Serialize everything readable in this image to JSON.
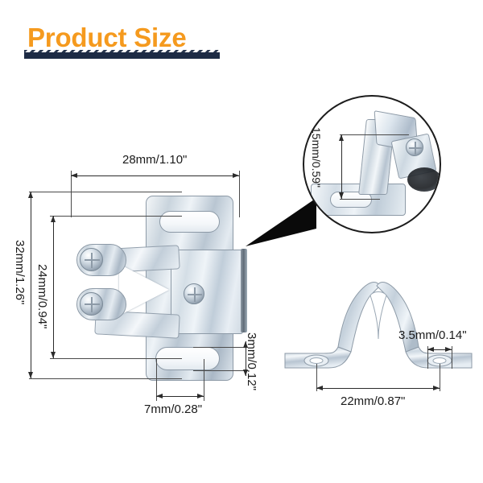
{
  "header": {
    "title": "Product Size",
    "title_color": "#F59A1E",
    "underline_color": "#1d2b45"
  },
  "diagram": {
    "background_color": "#ffffff",
    "line_color": "#2b2b2b",
    "metal_finish": "zinc-plated-steel",
    "parts": [
      {
        "id": "double-roller-catch",
        "name": "Double Roller Catch Body"
      },
      {
        "id": "strike-plate",
        "name": "Strike Plate / Tongue Catch"
      },
      {
        "id": "magnified-detail",
        "name": "Magnified Catch Detail"
      }
    ]
  },
  "dimensions": {
    "catch_width": {
      "label": "28mm/1.10\"",
      "mm": 28,
      "inch": 1.1,
      "orientation": "horizontal",
      "part": "double-roller-catch"
    },
    "catch_height_total": {
      "label": "32mm/1.26\"",
      "mm": 32,
      "inch": 1.26,
      "orientation": "vertical",
      "part": "double-roller-catch"
    },
    "catch_height_body": {
      "label": "24mm/0.94\"",
      "mm": 24,
      "inch": 0.94,
      "orientation": "vertical",
      "part": "double-roller-catch"
    },
    "slot_length": {
      "label": "7mm/0.28\"",
      "mm": 7,
      "inch": 0.28,
      "orientation": "horizontal",
      "part": "double-roller-catch"
    },
    "slot_width": {
      "label": "3mm/0.12\"",
      "mm": 3,
      "inch": 0.12,
      "orientation": "vertical",
      "part": "double-roller-catch"
    },
    "detail_height": {
      "label": "15mm/0.59\"",
      "mm": 15,
      "inch": 0.59,
      "orientation": "vertical",
      "part": "magnified-detail"
    },
    "hole_diameter": {
      "label": "3.5mm/0.14\"",
      "mm": 3.5,
      "inch": 0.14,
      "orientation": "horizontal",
      "part": "strike-plate"
    },
    "plate_hole_spacing": {
      "label": "22mm/0.87\"",
      "mm": 22,
      "inch": 0.87,
      "orientation": "horizontal",
      "part": "strike-plate"
    }
  }
}
